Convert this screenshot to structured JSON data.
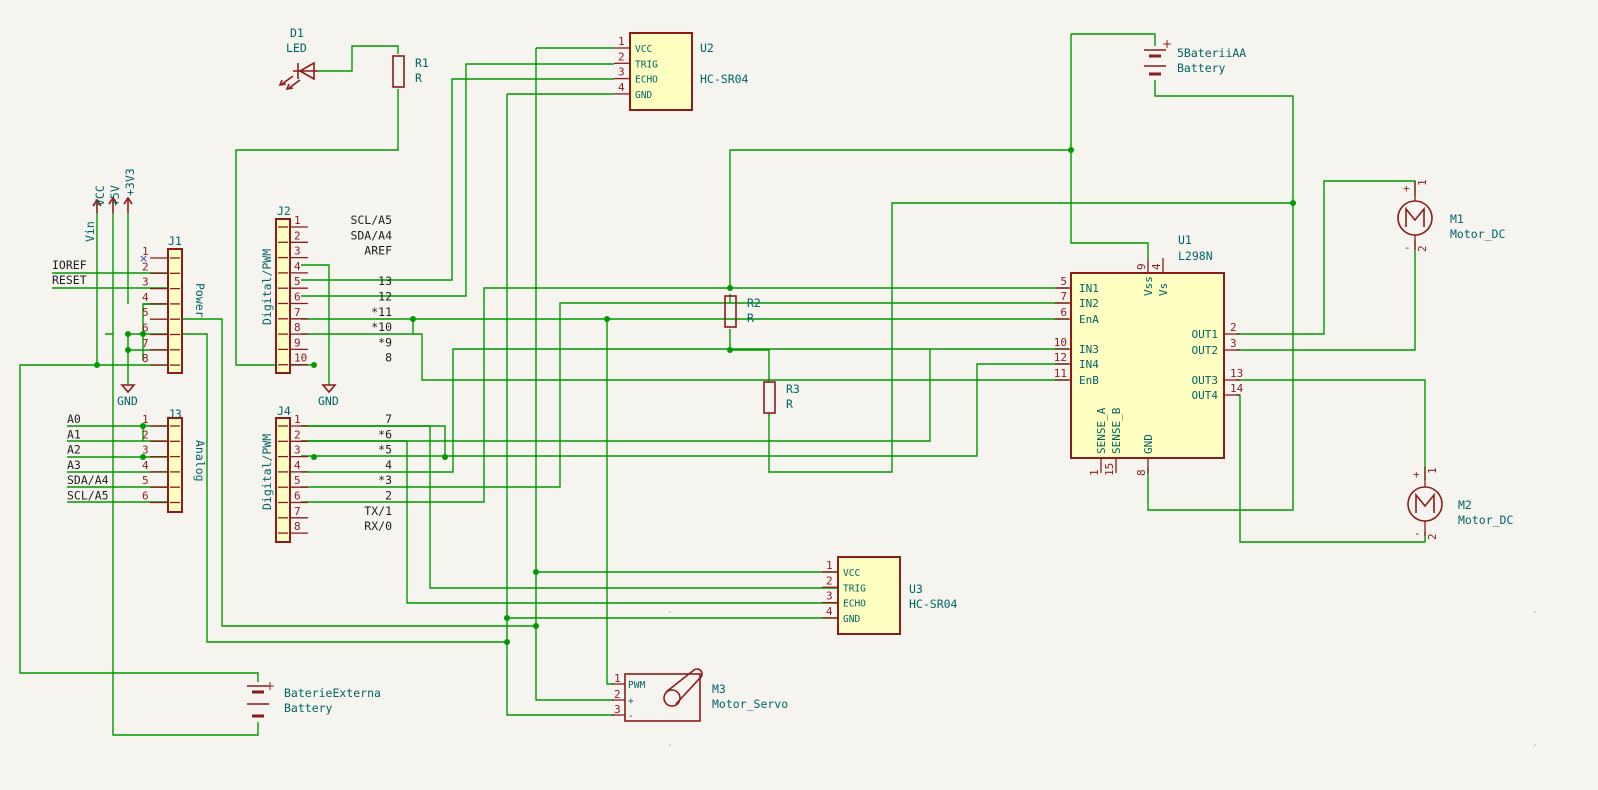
{
  "schematic": {
    "j1": {
      "ref": "J1",
      "value": "Power",
      "pins": [
        "1",
        "2",
        "3",
        "4",
        "5",
        "6",
        "7",
        "8"
      ],
      "labels": [
        "IOREF",
        "RESET"
      ],
      "power": [
        "Vin",
        "VCC",
        "+5V",
        "+3V3"
      ],
      "gnd": "GND"
    },
    "j3": {
      "ref": "J3",
      "value": "Analog",
      "pins": [
        "1",
        "2",
        "3",
        "4",
        "5",
        "6"
      ],
      "labels": [
        "A0",
        "A1",
        "A2",
        "A3",
        "SDA/A4",
        "SCL/A5"
      ]
    },
    "j2": {
      "ref": "J2",
      "value": "Digital/PWM",
      "pins": [
        "1",
        "2",
        "3",
        "4",
        "5",
        "6",
        "7",
        "8",
        "9",
        "10"
      ],
      "labels": [
        "SCL/A5",
        "SDA/A4",
        "AREF",
        "",
        "13",
        "12",
        "*11",
        "*10",
        "*9",
        "8"
      ],
      "gnd": "GND"
    },
    "j4": {
      "ref": "J4",
      "value": "Digital/PWM",
      "pins": [
        "1",
        "2",
        "3",
        "4",
        "5",
        "6",
        "7",
        "8"
      ],
      "labels": [
        "7",
        "*6",
        "*5",
        "4",
        "*3",
        "2",
        "TX/1",
        "RX/0"
      ]
    },
    "d1": {
      "ref": "D1",
      "value": "LED"
    },
    "r1": {
      "ref": "R1",
      "value": "R"
    },
    "r2": {
      "ref": "R2",
      "value": "R"
    },
    "r3": {
      "ref": "R3",
      "value": "R"
    },
    "u2": {
      "ref": "U2",
      "value": "HC-SR04",
      "pins": [
        "1",
        "2",
        "3",
        "4"
      ],
      "pin_names": [
        "VCC",
        "TRIG",
        "ECHO",
        "GND"
      ]
    },
    "u3": {
      "ref": "U3",
      "value": "HC-SR04",
      "pins": [
        "1",
        "2",
        "3",
        "4"
      ],
      "pin_names": [
        "VCC",
        "TRIG",
        "ECHO",
        "GND"
      ]
    },
    "bat1": {
      "ref": "5BateriiAA",
      "value": "Battery"
    },
    "bat2": {
      "ref": "BaterieExterna",
      "value": "Battery"
    },
    "u1": {
      "ref": "U1",
      "value": "L298N",
      "left_pins": [
        "5",
        "7",
        "6",
        "10",
        "12",
        "11"
      ],
      "left_names": [
        "IN1",
        "IN2",
        "EnA",
        "IN3",
        "IN4",
        "EnB"
      ],
      "right_pins": [
        "2",
        "3",
        "13",
        "14"
      ],
      "right_names": [
        "OUT1",
        "OUT2",
        "OUT3",
        "OUT4"
      ],
      "top_pins": [
        "9",
        "4"
      ],
      "top_names": [
        "Vss",
        "Vs"
      ],
      "bottom_pins": [
        "1",
        "15",
        "8"
      ],
      "bottom_names": [
        "SENSE_A",
        "SENSE_B",
        "GND"
      ]
    },
    "m1": {
      "ref": "M1",
      "value": "Motor_DC",
      "pins": [
        "1",
        "2"
      ],
      "plus": "+",
      "minus": "-"
    },
    "m2": {
      "ref": "M2",
      "value": "Motor_DC",
      "pins": [
        "1",
        "2"
      ],
      "plus": "+",
      "minus": "-"
    },
    "m3": {
      "ref": "M3",
      "value": "Motor_Servo",
      "pins": [
        "1",
        "2",
        "3"
      ],
      "pin_names": [
        "PWM",
        "+",
        "-"
      ]
    }
  }
}
